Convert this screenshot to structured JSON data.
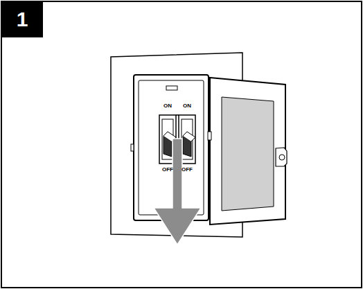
{
  "diagram": {
    "nodes": [
      {
        "text": [
          "1"
        ]
      }
    ],
    "labels": [
      "ON",
      "ON",
      "OFF",
      "OFF"
    ]
  }
}
